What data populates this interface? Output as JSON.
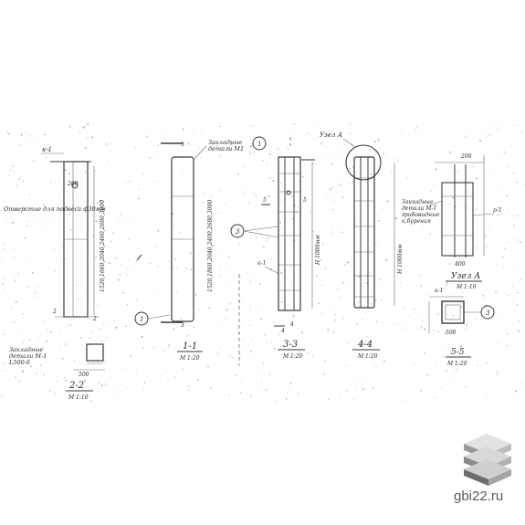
{
  "drawing": {
    "marks": {
      "k1_top": "к-1",
      "mark_3_top": "3",
      "k1_mid": "к-1",
      "k1_right": "к-1",
      "k1_node": "к-1",
      "n5": "5",
      "n5b": "5",
      "n4": "4",
      "n4b": "4",
      "n3": "3",
      "n2": "2",
      "n2b": "2",
      "n1_top": "1",
      "p1": "р-1"
    },
    "notes": {
      "hole_note": "Отверстие для\nподвеса ф30мм",
      "embedded_top": "Закладные\nдетали М1",
      "embedded_bottom": "Закладные\nдетали М-1\nL500-6",
      "embedded_right": "Закладные\nдетали М-1\nгрибовидные\nк.бурения",
      "node_a": "Узел А"
    },
    "dims": {
      "height_main": "1520,1660,2040,2460,2680,3000",
      "height_vertical": "1520,1860,2040,2400,2680,3000",
      "h_dim": "Н 1000мм",
      "h_dim2": "Н 1000мм",
      "d500": "500",
      "d400": "400",
      "d200": "200",
      "d500b": "500"
    },
    "sections": {
      "s11": "1-1",
      "s22": "2-2",
      "s33": "3-3",
      "s44": "4-4",
      "s55": "5-5",
      "node_label": "Узел А"
    },
    "scales": {
      "m110": "М 1:10",
      "m120": "М 1:20",
      "m120b": "М 1:20",
      "m120c": "М 1:20",
      "m120d": "М 1:20",
      "m110b": "М 1:10"
    },
    "callouts": {
      "c1": "1",
      "c1b": "1",
      "c3": "3",
      "c3b": "3"
    }
  },
  "watermark": {
    "site": "gbi22.ru",
    "logo_icon": "stacked-slabs-icon"
  },
  "colors": {
    "ink": "#3a3a3a",
    "logo_gray": "#9a9a9a",
    "logo_dark": "#6e6e6e"
  }
}
